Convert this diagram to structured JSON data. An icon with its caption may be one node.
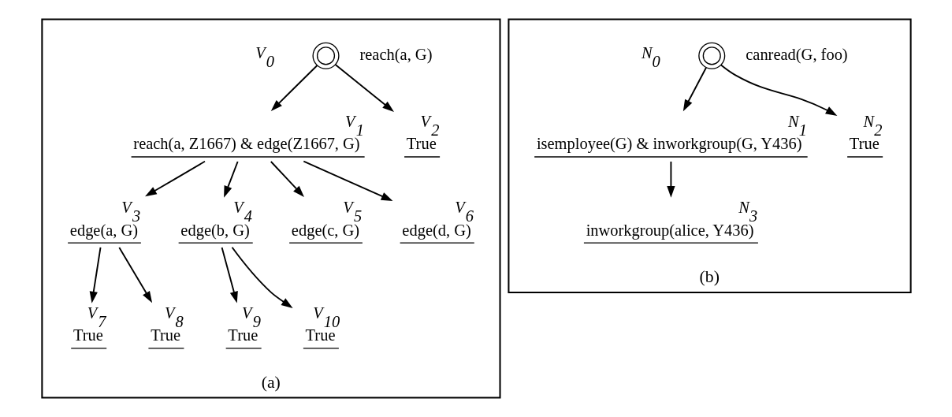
{
  "diagram": {
    "nodes": [
      {
        "text": [
          "(a)"
        ]
      },
      {
        "text": [],
        "shape": "circle",
        "beside": [
          "V$_{0}$",
          "reach(a, G)"
        ],
        "in": 0
      },
      {
        "text": [
          "V$_{1}$",
          "reach(a, Z1667) & edge(Z1667, G)"
        ],
        "in": 0
      },
      {
        "text": [
          "V$_{2}$",
          "True"
        ],
        "in": 0
      },
      {
        "text": [
          "V$_{3}$",
          "edge(a, G)"
        ],
        "in": 0
      },
      {
        "text": [
          "V$_{4}$",
          "edge(b, G)"
        ],
        "in": 0
      },
      {
        "text": [
          "V$_{5}$",
          "edge(c, G)"
        ],
        "in": 0
      },
      {
        "text": [
          "V$_{6}$",
          "edge(d, G)"
        ],
        "in": 0
      },
      {
        "text": [
          "V$_{7}$",
          "True"
        ],
        "in": 0
      },
      {
        "text": [
          "V$_{8}$",
          "True"
        ],
        "in": 0
      },
      {
        "text": [
          "V$_{9}$",
          "True"
        ],
        "in": 0
      },
      {
        "text": [
          "V$_{10}$",
          "True"
        ],
        "in": 0
      },
      {
        "text": [
          "(b)"
        ]
      },
      {
        "text": [],
        "shape": "circle",
        "beside": [
          "N$_{0}$",
          "canread(G, foo)"
        ],
        "in": 12
      },
      {
        "text": [
          "N$_{1}$",
          "isemployee(G) & inworkgroup(G, Y436)"
        ],
        "in": 12
      },
      {
        "text": [
          "N$_{2}$",
          "True"
        ],
        "in": 12
      },
      {
        "text": [
          "N$_{3}$",
          "inworkgroup(alice, Y436)"
        ],
        "in": 12
      }
    ],
    "edges": [
      {
        "from": 1,
        "to": 2,
        "arrow": "to"
      },
      {
        "from": 1,
        "to": 3,
        "arrow": "to"
      },
      {
        "from": 2,
        "to": 4,
        "arrow": "to"
      },
      {
        "from": 2,
        "to": 5,
        "arrow": "to"
      },
      {
        "from": 2,
        "to": 6,
        "arrow": "to"
      },
      {
        "from": 2,
        "to": 7,
        "arrow": "to"
      },
      {
        "from": 4,
        "to": 8,
        "arrow": "to"
      },
      {
        "from": 4,
        "to": 9,
        "arrow": "to"
      },
      {
        "from": 5,
        "to": 10,
        "arrow": "to"
      },
      {
        "from": 5,
        "to": 11,
        "arrow": "to"
      },
      {
        "from": 13,
        "to": 14,
        "arrow": "to"
      },
      {
        "from": 13,
        "to": 15,
        "arrow": "to"
      },
      {
        "from": 14,
        "to": 16,
        "arrow": "to"
      }
    ]
  }
}
